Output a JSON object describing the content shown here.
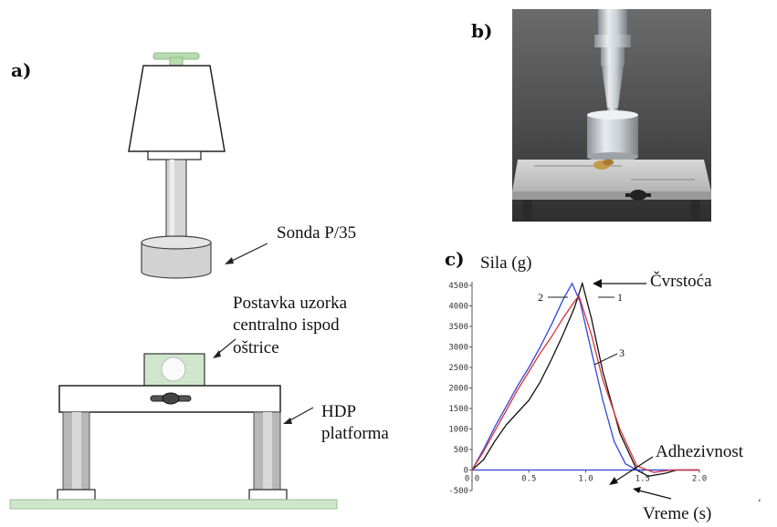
{
  "panels": {
    "a": "a)",
    "b": "b)",
    "c": "c)"
  },
  "diagram_a": {
    "probe_label": "Sonda P/35",
    "sample_holder_label": [
      "Postavka uzorka",
      "centralno ispod",
      "oštrice"
    ],
    "platform_label": [
      "HDP",
      "platforma"
    ]
  },
  "chart_data": {
    "type": "line",
    "ylabel": "Sila (g)",
    "xlabel": "Vreme (s)",
    "xlim": [
      0.0,
      2.0
    ],
    "ylim": [
      -500,
      4500
    ],
    "x_ticks": [
      "0.0",
      "0.5",
      "1.0",
      "1.5",
      "2.0"
    ],
    "y_ticks": [
      "4500",
      "4000",
      "3500",
      "3000",
      "2500",
      "2000",
      "1500",
      "1000",
      "500",
      "0",
      "-500"
    ],
    "annotations": {
      "peak": "Čvrstoća",
      "adhesion": "Adhezivnost"
    },
    "series": [
      {
        "name": "1",
        "color": "#111111",
        "x": [
          0.0,
          0.1,
          0.2,
          0.3,
          0.4,
          0.5,
          0.6,
          0.7,
          0.8,
          0.9,
          0.97,
          1.05,
          1.15,
          1.3,
          1.45,
          1.55,
          1.7,
          1.8,
          2.0
        ],
        "y": [
          0,
          250,
          700,
          1100,
          1400,
          1700,
          2150,
          2700,
          3300,
          3950,
          4550,
          3700,
          2400,
          900,
          0,
          -150,
          -80,
          0,
          0
        ]
      },
      {
        "name": "2",
        "color": "#3344dd",
        "x": [
          0.0,
          0.1,
          0.2,
          0.3,
          0.4,
          0.5,
          0.6,
          0.7,
          0.8,
          0.88,
          0.95,
          1.05,
          1.15,
          1.25,
          1.35,
          1.45,
          2.0
        ],
        "y": [
          0,
          500,
          1050,
          1550,
          2050,
          2500,
          3000,
          3550,
          4150,
          4550,
          4100,
          2900,
          1700,
          700,
          150,
          0,
          0
        ]
      },
      {
        "name": "3",
        "color": "#dd3333",
        "x": [
          0.0,
          0.1,
          0.2,
          0.3,
          0.4,
          0.5,
          0.6,
          0.7,
          0.8,
          0.9,
          0.94,
          1.05,
          1.15,
          1.3,
          1.45,
          1.6,
          1.75,
          2.0
        ],
        "y": [
          0,
          450,
          950,
          1450,
          1950,
          2400,
          2850,
          3250,
          3700,
          4100,
          4250,
          3300,
          2200,
          1000,
          100,
          -60,
          0,
          0
        ]
      }
    ]
  }
}
